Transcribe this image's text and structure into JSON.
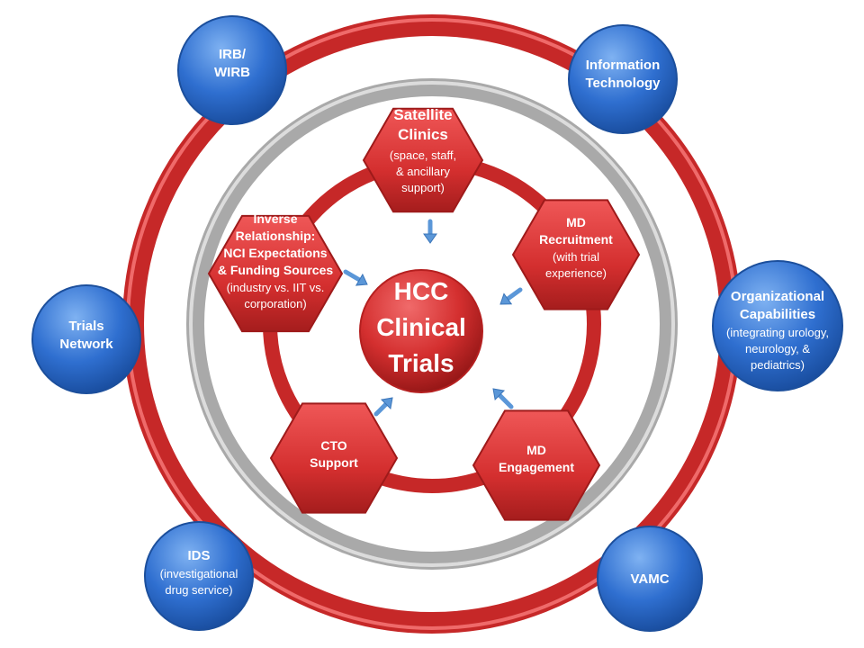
{
  "center": {
    "lines": [
      "HCC",
      "Clinical",
      "Trials"
    ]
  },
  "hexagons": [
    {
      "id": "satellite",
      "title": [
        "Satellite",
        "Clinics"
      ],
      "sub": [
        "(space, staff,",
        "& ancillary",
        "support)"
      ]
    },
    {
      "id": "md-recruitment",
      "title": [
        "MD",
        "Recruitment"
      ],
      "sub": [
        "(with trial",
        "experience)"
      ]
    },
    {
      "id": "md-engagement",
      "title": [
        "MD",
        "Engagement"
      ],
      "sub": []
    },
    {
      "id": "cto-support",
      "title": [
        "CTO",
        "Support"
      ],
      "sub": []
    },
    {
      "id": "inverse",
      "title": [
        "Inverse",
        "Relationship:",
        "NCI Expectations",
        "& Funding Sources"
      ],
      "sub": [
        "(industry vs. IIT vs.",
        "corporation)"
      ]
    }
  ],
  "circles": [
    {
      "id": "irb",
      "title": [
        "IRB/",
        "WIRB"
      ],
      "sub": []
    },
    {
      "id": "it",
      "title": [
        "Information",
        "Technology"
      ],
      "sub": []
    },
    {
      "id": "org",
      "title": [
        "Organizational",
        "Capabilities"
      ],
      "sub": [
        "(integrating urology,",
        "neurology, &",
        "pediatrics)"
      ]
    },
    {
      "id": "vamc",
      "title": [
        "VAMC"
      ],
      "sub": []
    },
    {
      "id": "ids",
      "title": [
        "IDS"
      ],
      "sub": [
        "(investigational",
        "drug service)"
      ]
    },
    {
      "id": "trials",
      "title": [
        "Trials",
        "Network"
      ],
      "sub": []
    }
  ],
  "colors": {
    "red": "#d42f2f",
    "blue": "#2f6fd0",
    "gray": "#a9a9a9",
    "arrow": "#6fa8e0"
  }
}
